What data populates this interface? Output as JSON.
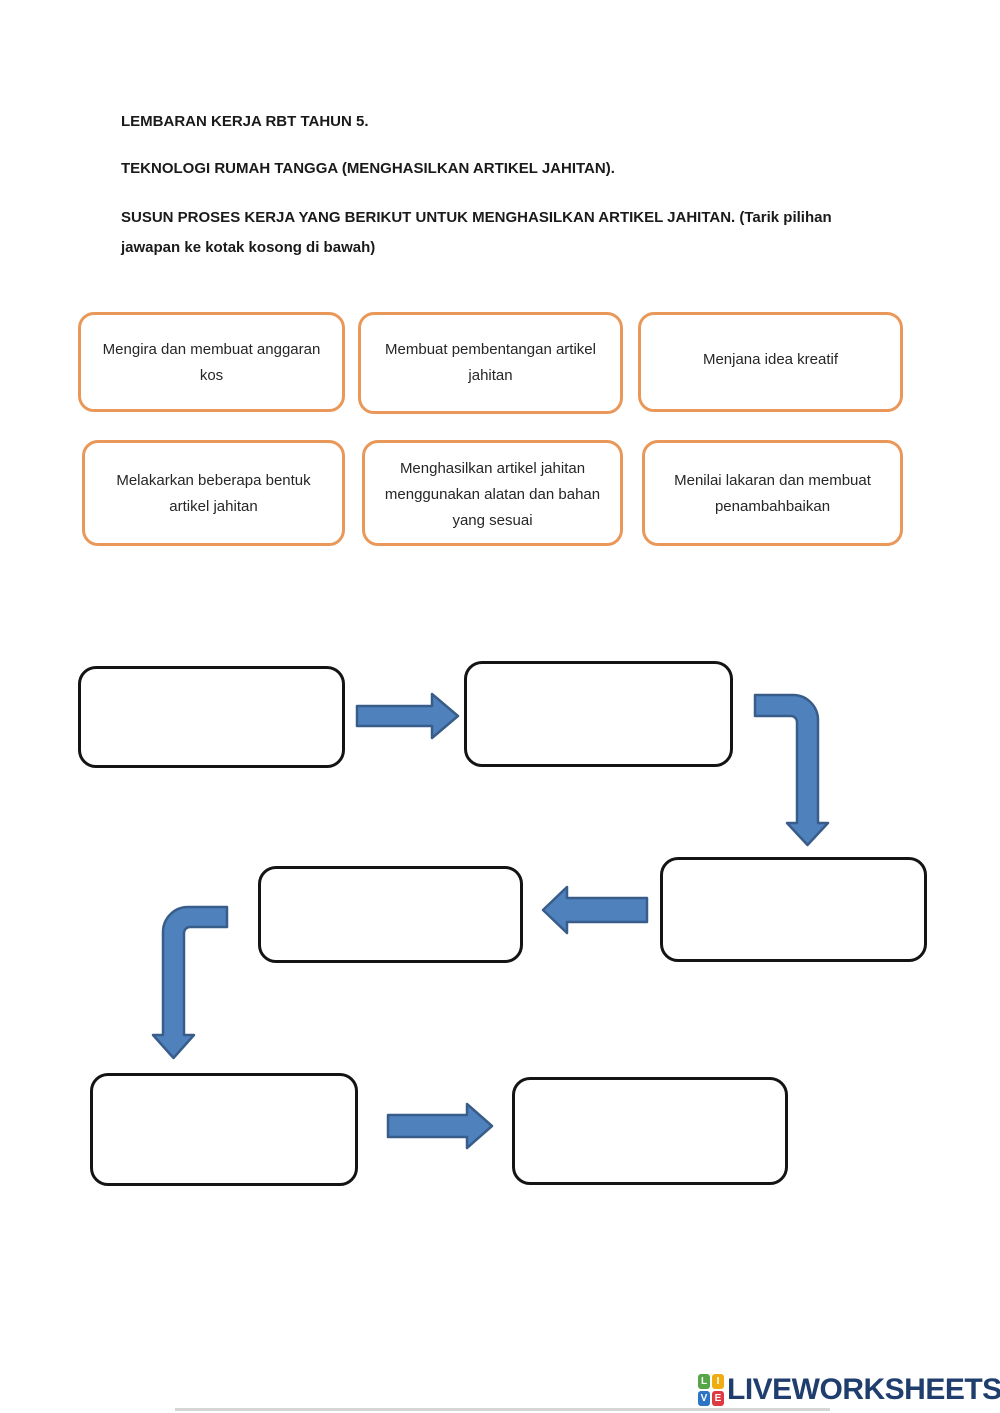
{
  "header": {
    "line1": "LEMBARAN KERJA RBT TAHUN 5.",
    "line2": "TEKNOLOGI RUMAH TANGGA (MENGHASILKAN ARTIKEL JAHITAN).",
    "instructions": "SUSUN PROSES KERJA YANG BERIKUT UNTUK MENGHASILKAN ARTIKEL JAHITAN. (Tarik pilihan jawapan ke kotak kosong di bawah)"
  },
  "answer_options": [
    {
      "label": "Mengira dan membuat anggaran kos"
    },
    {
      "label": "Membuat pembentangan artikel jahitan"
    },
    {
      "label": "Menjana idea kreatif"
    },
    {
      "label": "Melakarkan beberapa bentuk artikel jahitan"
    },
    {
      "label": "Menghasilkan artikel jahitan menggunakan alatan dan bahan yang sesuai"
    },
    {
      "label": "Menilai lakaran dan membuat penambahbaikan"
    }
  ],
  "flowchart": {
    "drop_boxes": [
      "",
      "",
      "",
      "",
      "",
      ""
    ],
    "arrow_directions": [
      "right",
      "down",
      "left",
      "down",
      "right"
    ]
  },
  "footer": {
    "brand": "LIVEWORKSHEETS",
    "logo_letters": [
      "L",
      "I",
      "V",
      "E"
    ]
  },
  "colors": {
    "option_card_border": "#E9985A",
    "flow_box_border": "#141414",
    "arrow_fill": "#4F81BD",
    "arrow_outline": "#385D8A",
    "brand_navy": "#1F3E6E",
    "logo_green": "#56A546",
    "logo_yellow": "#F0AD12",
    "logo_blue": "#2D74C4",
    "logo_red": "#DD3B41",
    "text": "#1A1A1A"
  }
}
